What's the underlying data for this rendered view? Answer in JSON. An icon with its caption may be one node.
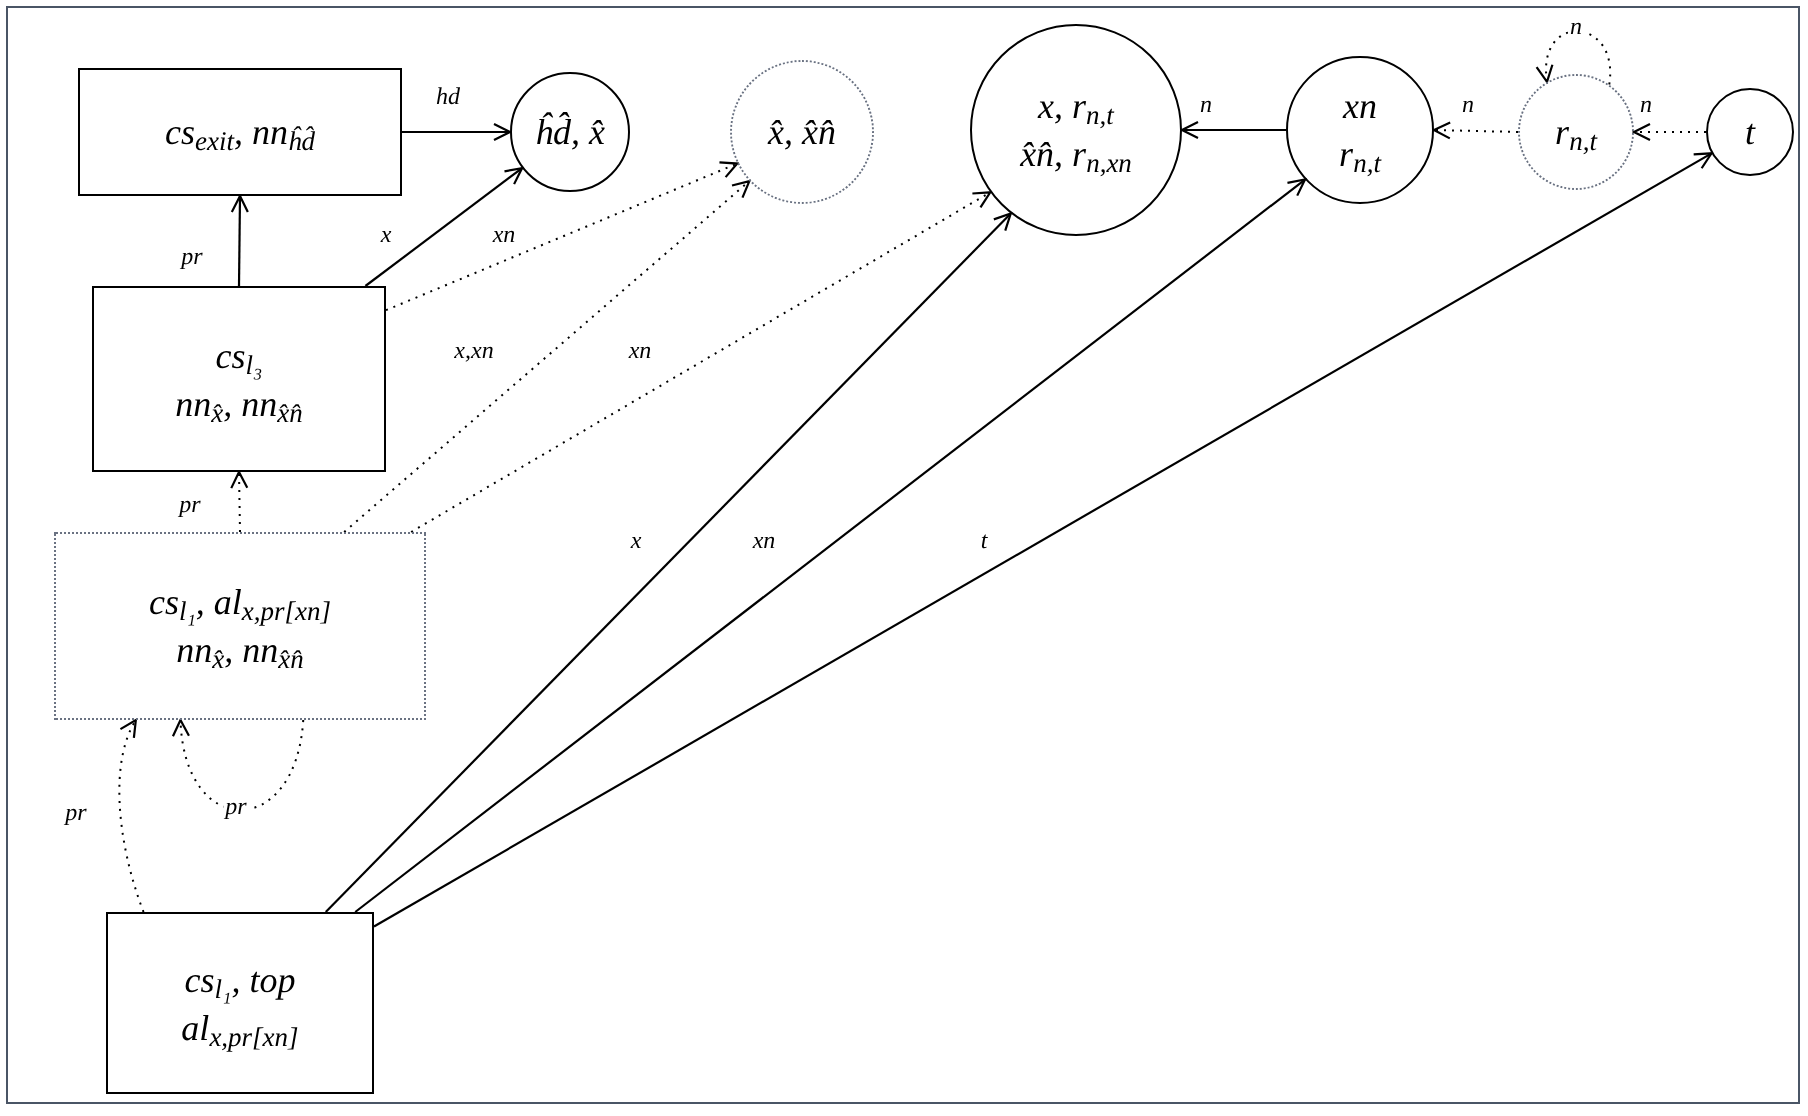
{
  "diagram": {
    "nodes": [
      {
        "text": [
          "cs$_{exit}$, nn$_{ĥd̂}$"
        ]
      },
      {
        "text": [
          "ĥd̂, x̂"
        ]
      },
      {
        "text": [
          "x̂, x̂n̂"
        ]
      },
      {
        "text": [
          "cs$_{l₃}$",
          "nn$_{x̂}$, nn$_{x̂n̂}$"
        ]
      },
      {
        "text": [
          "cs$_{l₁}$, al$_{x,pr[xn]}$",
          "nn$_{x̂}$, nn$_{x̂n̂}$"
        ]
      },
      {
        "text": [
          "cs$_{l₁}$, top",
          "al$_{x,pr[xn]}$"
        ]
      },
      {
        "text": [
          "x, r$_{n,t}$",
          "x̂n̂, r$_{n,xn}$"
        ]
      },
      {
        "text": [
          "xn",
          "r$_{n,t}$"
        ]
      },
      {
        "text": [
          "r$_{n,t}$"
        ]
      },
      {
        "text": [
          "t"
        ]
      }
    ],
    "edges": [
      {
        "from": 0,
        "to": 1,
        "arrow": "to",
        "label": "hd"
      },
      {
        "from": 3,
        "to": 0,
        "arrow": "to",
        "label": "pr"
      },
      {
        "from": 3,
        "to": 1,
        "arrow": "to",
        "label": "x"
      },
      {
        "from": 3,
        "to": 2,
        "arrow": "to",
        "label": "xn",
        "style": "dashed"
      },
      {
        "from": 4,
        "to": 2,
        "arrow": "to",
        "label": "x,xn",
        "style": "dashed"
      },
      {
        "from": 4,
        "to": 6,
        "arrow": "to",
        "label": "xn",
        "style": "dashed"
      },
      {
        "from": 4,
        "to": 3,
        "arrow": "to",
        "label": "pr",
        "style": "dashed"
      },
      {
        "from": 5,
        "to": 4,
        "arrow": "to",
        "label": "pr",
        "style": "dashed"
      },
      {
        "from": 4,
        "to": 4,
        "arrow": "to",
        "label": "pr",
        "style": "dashed"
      },
      {
        "from": 5,
        "to": 6,
        "arrow": "to",
        "label": "x"
      },
      {
        "from": 5,
        "to": 7,
        "arrow": "to",
        "label": "xn"
      },
      {
        "from": 5,
        "to": 9,
        "arrow": "to",
        "label": "t"
      },
      {
        "from": 7,
        "to": 6,
        "arrow": "to",
        "label": "n"
      },
      {
        "from": 8,
        "to": 7,
        "arrow": "to",
        "label": "n",
        "style": "dashed"
      },
      {
        "from": 8,
        "to": 8,
        "arrow": "to",
        "label": "n",
        "style": "dashed"
      },
      {
        "from": 9,
        "to": 8,
        "arrow": "to",
        "label": "n",
        "style": "dashed"
      }
    ]
  }
}
